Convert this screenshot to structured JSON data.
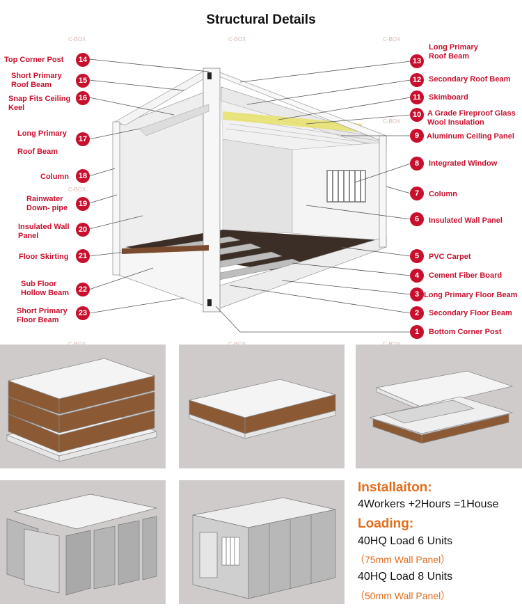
{
  "title": "Structural Details",
  "watermark": "C-BOX",
  "colors": {
    "accent": "#c8102e",
    "orange": "#e46d1b",
    "panel_bg": "#cfcbcb"
  },
  "left_labels": [
    {
      "num": "14",
      "text": "Top Corner Post"
    },
    {
      "num": "15",
      "text": "Short Primary\nRoof Beam"
    },
    {
      "num": "16",
      "text": "Snap Fits Ceiling\nKeel"
    },
    {
      "num": "17",
      "text": "Long Primary\n\nRoof Beam"
    },
    {
      "num": "18",
      "text": "Column"
    },
    {
      "num": "19",
      "text": "Rainwater\nDown- pipe"
    },
    {
      "num": "20",
      "text": "Insulated Wall\nPanel"
    },
    {
      "num": "21",
      "text": "Floor Skirting"
    },
    {
      "num": "22",
      "text": "Sub Floor\nHollow Beam"
    },
    {
      "num": "23",
      "text": "Short Primary\nFloor Beam"
    }
  ],
  "right_labels": [
    {
      "num": "13",
      "text": "Long Primary\nRoof Beam"
    },
    {
      "num": "12",
      "text": "Secondary Roof Beam"
    },
    {
      "num": "11",
      "text": "Skimboard"
    },
    {
      "num": "10",
      "text": "A Grade Fireproof Glass\nWool Insulation"
    },
    {
      "num": "9",
      "text": "Aluminum Ceiling Panel"
    },
    {
      "num": "8",
      "text": "Integrated Window"
    },
    {
      "num": "7",
      "text": "Column"
    },
    {
      "num": "6",
      "text": "Insulated Wall Panel"
    },
    {
      "num": "5",
      "text": "PVC Carpet"
    },
    {
      "num": "4",
      "text": "Cement Fiber Board"
    },
    {
      "num": "3",
      "text": "Long Primary Floor Beam"
    },
    {
      "num": "2",
      "text": "Secondary Floor Beam"
    },
    {
      "num": "1",
      "text": "Bottom Corner Post"
    }
  ],
  "info": {
    "installation_heading": "Installaiton:",
    "installation_text": "4Workers +2Hours =1House",
    "loading_heading": "Loading:",
    "load1": "40HQ Load 6 Units",
    "load1_note": "（75mm Wall Panel）",
    "load2": "40HQ Load 8 Units",
    "load2_note": "（50mm Wall Panel）"
  }
}
